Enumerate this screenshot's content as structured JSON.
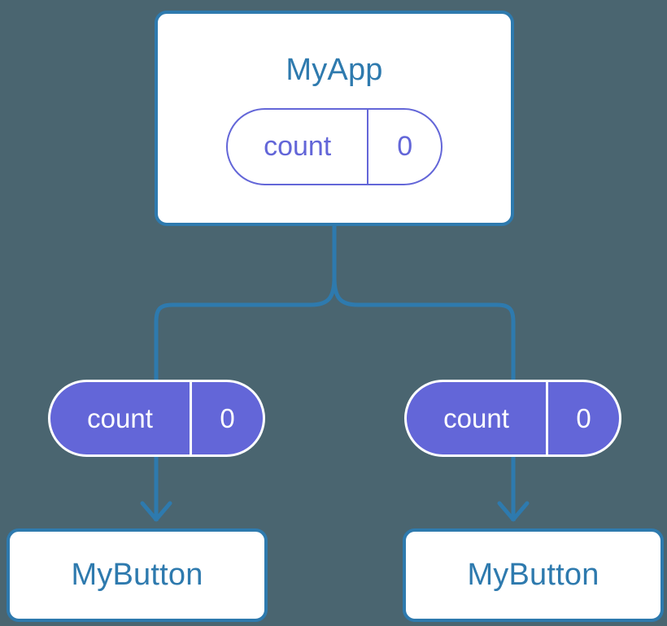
{
  "diagram": {
    "title": "MyApp",
    "background_color": "#4a6570",
    "colors": {
      "component_blue": "#2e7aae",
      "state_purple": "#6366d8",
      "surface_white": "#ffffff"
    },
    "root": {
      "name": "MyApp",
      "state": {
        "key": "count",
        "value": "0"
      }
    },
    "children": [
      {
        "name": "MyButton",
        "state": {
          "key": "count",
          "value": "0"
        }
      },
      {
        "name": "MyButton",
        "state": {
          "key": "count",
          "value": "0"
        }
      }
    ],
    "connectors": {
      "fork_label": "prop-fork",
      "arrow_label": "prop-arrow"
    }
  }
}
